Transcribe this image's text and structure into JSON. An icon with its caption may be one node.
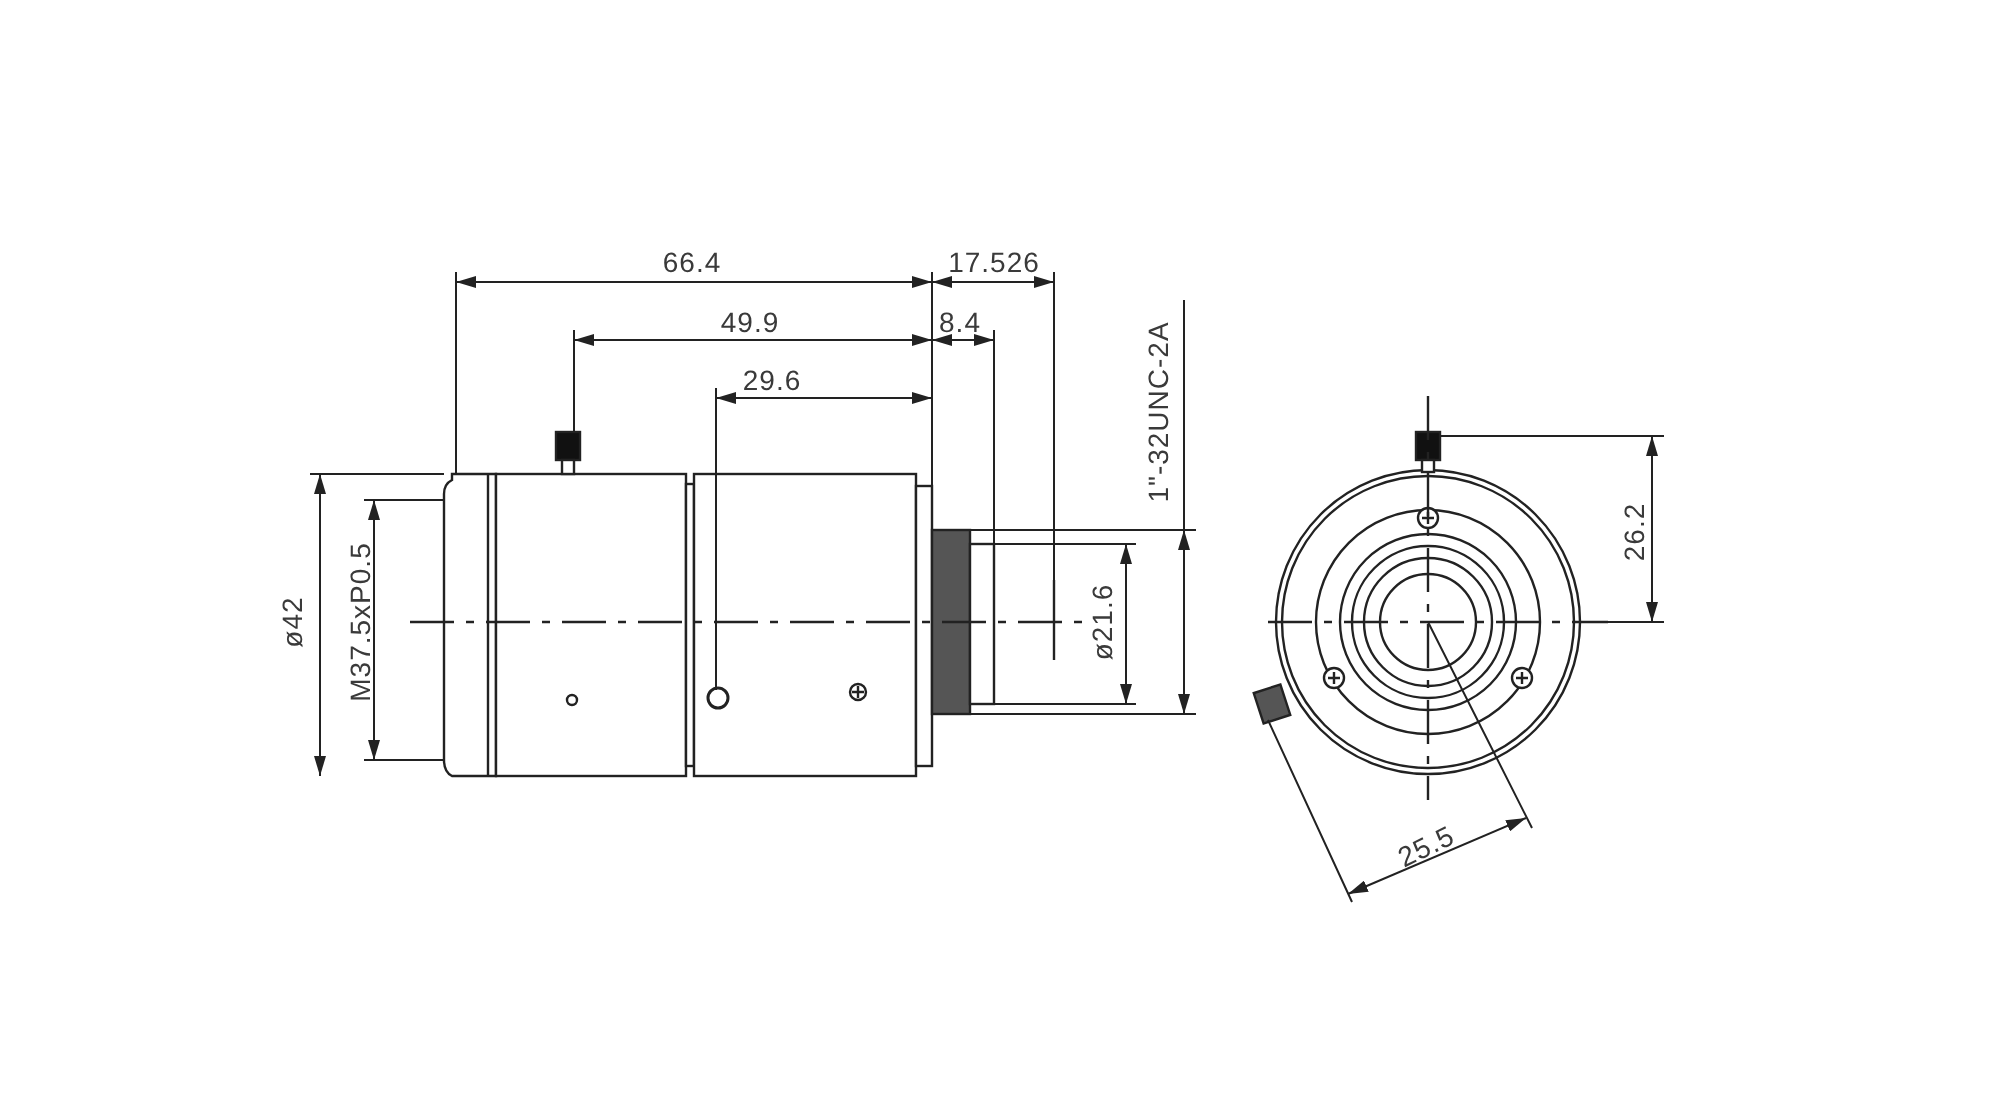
{
  "diagram": {
    "labels": [
      "66.4",
      "17.526",
      "49.9",
      "8.4",
      "29.6",
      "1\"-32UNC-2A",
      "ø42",
      "M37.5xP0.5",
      "ø21.6",
      "26.2",
      "25.5"
    ]
  }
}
